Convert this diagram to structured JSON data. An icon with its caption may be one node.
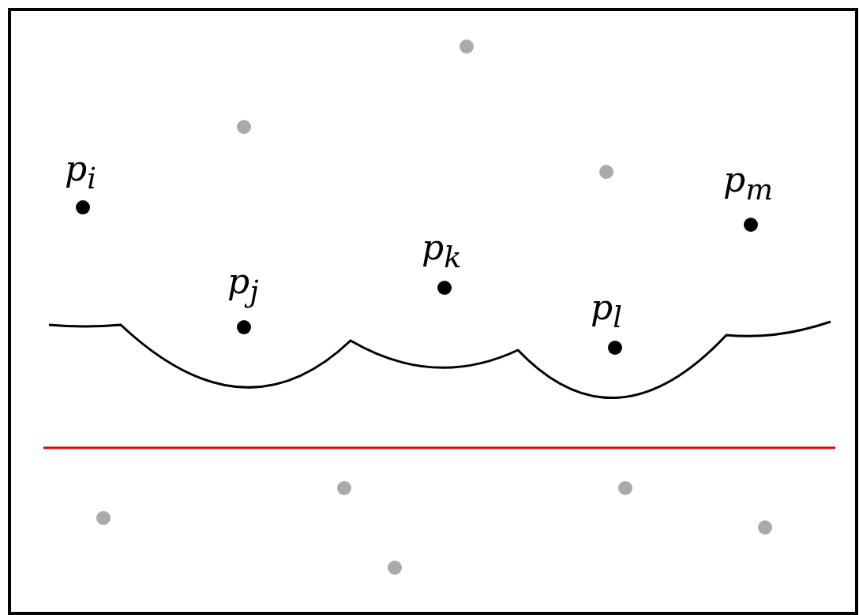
{
  "diagram": {
    "labels": [
      "p$_{i}$",
      "p$_{m}$",
      "p$_{k}$",
      "p$_{j}$",
      "p$_{l}$"
    ]
  }
}
